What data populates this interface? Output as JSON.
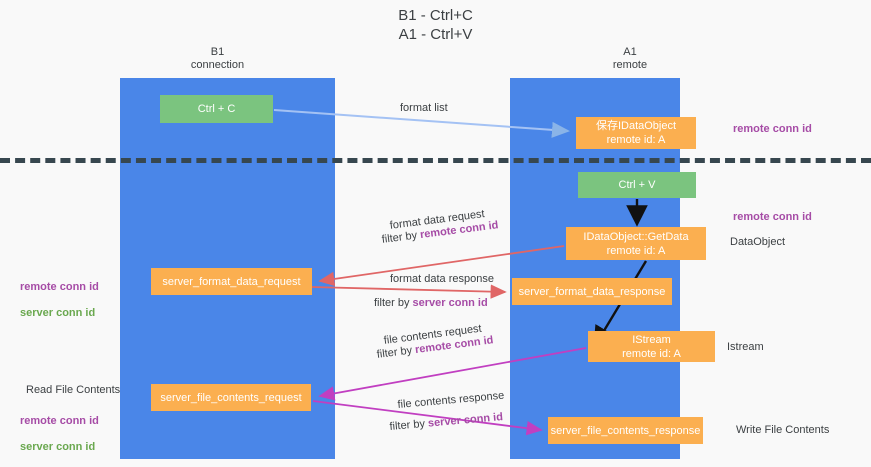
{
  "title": "B1 - Ctrl+C\nA1 - Ctrl+V",
  "lanes": {
    "b1": "B1\nconnection",
    "a1": "A1\nremote"
  },
  "nodes": {
    "ctrl_c": "Ctrl + C",
    "save_dataobject": "保存IDataObject\nremote id: A",
    "ctrl_v": "Ctrl + V",
    "getdata": "IDataObject::GetData\nremote id: A",
    "server_format_data_request": "server_format_data_request",
    "server_format_data_response": "server_format_data_response",
    "istream": "IStream\nremote id: A",
    "server_file_contents_request": "server_file_contents_request",
    "server_file_contents_response": "server_file_contents_response"
  },
  "annotations": {
    "remote_conn_id_top": "remote conn id",
    "remote_conn_id_mid": "remote conn id",
    "dataobject": "DataObject",
    "istream": "Istream",
    "write_file_contents": "Write File Contents",
    "read_file_contents": "Read File Contents",
    "remote_conn_id_left_mid": "remote conn id",
    "server_conn_id_left_mid": "server conn id",
    "remote_conn_id_left_bottom": "remote conn id",
    "server_conn_id_left_bottom": "server conn id"
  },
  "edge_labels": {
    "format_list": "format list",
    "format_data_request": "format data request",
    "filter_by": "filter by ",
    "remote_conn_id": "remote conn id",
    "format_data_response": "format data response",
    "server_conn_id": "server conn id",
    "file_contents_request": "file contents request",
    "file_contents_response": "file contents response"
  },
  "colors": {
    "lane": "#4a86e8",
    "green_node": "#7bc47f",
    "orange_node": "#fbaf50",
    "purple_text": "#a64ca6",
    "green_text": "#6aa84f",
    "red_arrow": "#e06666",
    "magenta_arrow": "#c13fc1",
    "blue_arrow": "#a4c2f4",
    "black_arrow": "#000000",
    "divider": "#37474f",
    "background": "#f9f9f9"
  }
}
